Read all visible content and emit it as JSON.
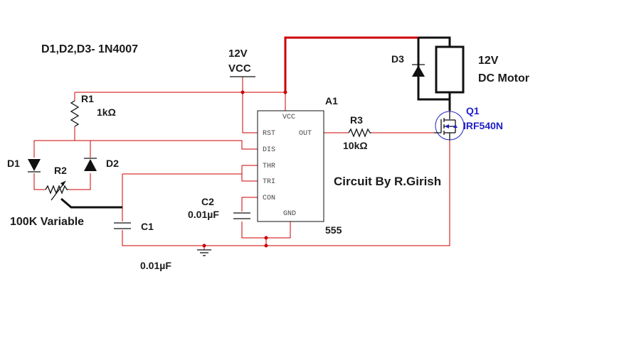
{
  "notes": {
    "diode_spec": "D1,D2,D3- 1N4007",
    "credit": "Circuit By R.Girish"
  },
  "supply": {
    "voltage": "12V",
    "name": "VCC"
  },
  "motor": {
    "voltage": "12V",
    "name": "DC Motor"
  },
  "ic": {
    "ref": "A1",
    "type": "555",
    "pins": [
      "VCC",
      "RST",
      "OUT",
      "DIS",
      "THR",
      "TRI",
      "CON",
      "GND"
    ]
  },
  "components": {
    "r1": {
      "ref": "R1",
      "value": "1kΩ"
    },
    "r2": {
      "ref": "R2",
      "value": "100K Variable"
    },
    "r3": {
      "ref": "R3",
      "value": "10kΩ"
    },
    "c1": {
      "ref": "C1",
      "value": "0.01µF"
    },
    "c2": {
      "ref": "C2",
      "value": "0.01µF"
    },
    "d1": {
      "ref": "D1"
    },
    "d2": {
      "ref": "D2"
    },
    "d3": {
      "ref": "D3"
    },
    "q1": {
      "ref": "Q1",
      "part": "IRF540N"
    }
  },
  "colors": {
    "wire": "#cc0000",
    "component": "#111111",
    "mosfet_label": "#1f1fc8"
  }
}
